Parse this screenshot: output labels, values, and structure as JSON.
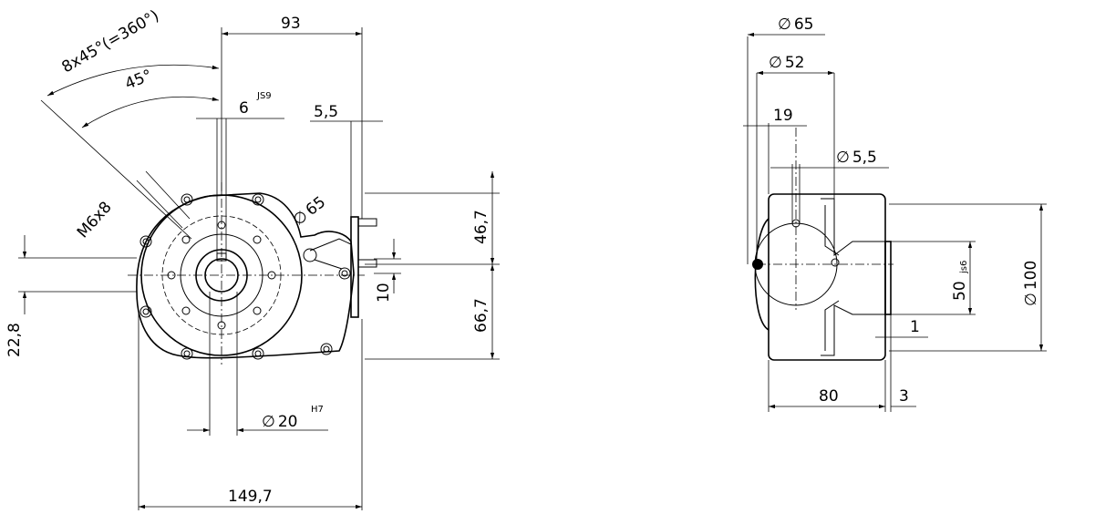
{
  "front_view": {
    "dim_93": "93",
    "dim_angle_total": "8x45°(=360°)",
    "dim_angle": "45°",
    "dim_keyway": "6",
    "dim_keyway_tol": "JS9",
    "dim_5_5_top": "5,5",
    "dim_thread": "M6x8",
    "dim_dia65": "65",
    "dim_46_7": "46,7",
    "dim_66_7": "66,7",
    "dim_10": "10",
    "dim_22_8": "22,8",
    "dim_dia20": "20",
    "dim_dia20_tol": "H7",
    "dim_149_7": "149,7"
  },
  "side_view": {
    "dim_dia65": "65",
    "dim_dia52": "52",
    "dim_19": "19",
    "dim_dia5_5": "5,5",
    "dim_50": "50",
    "dim_50_tol": "js6",
    "dim_dia100": "100",
    "dim_1": "1",
    "dim_80": "80",
    "dim_3": "3"
  },
  "symbols": {
    "diameter": "∅"
  }
}
